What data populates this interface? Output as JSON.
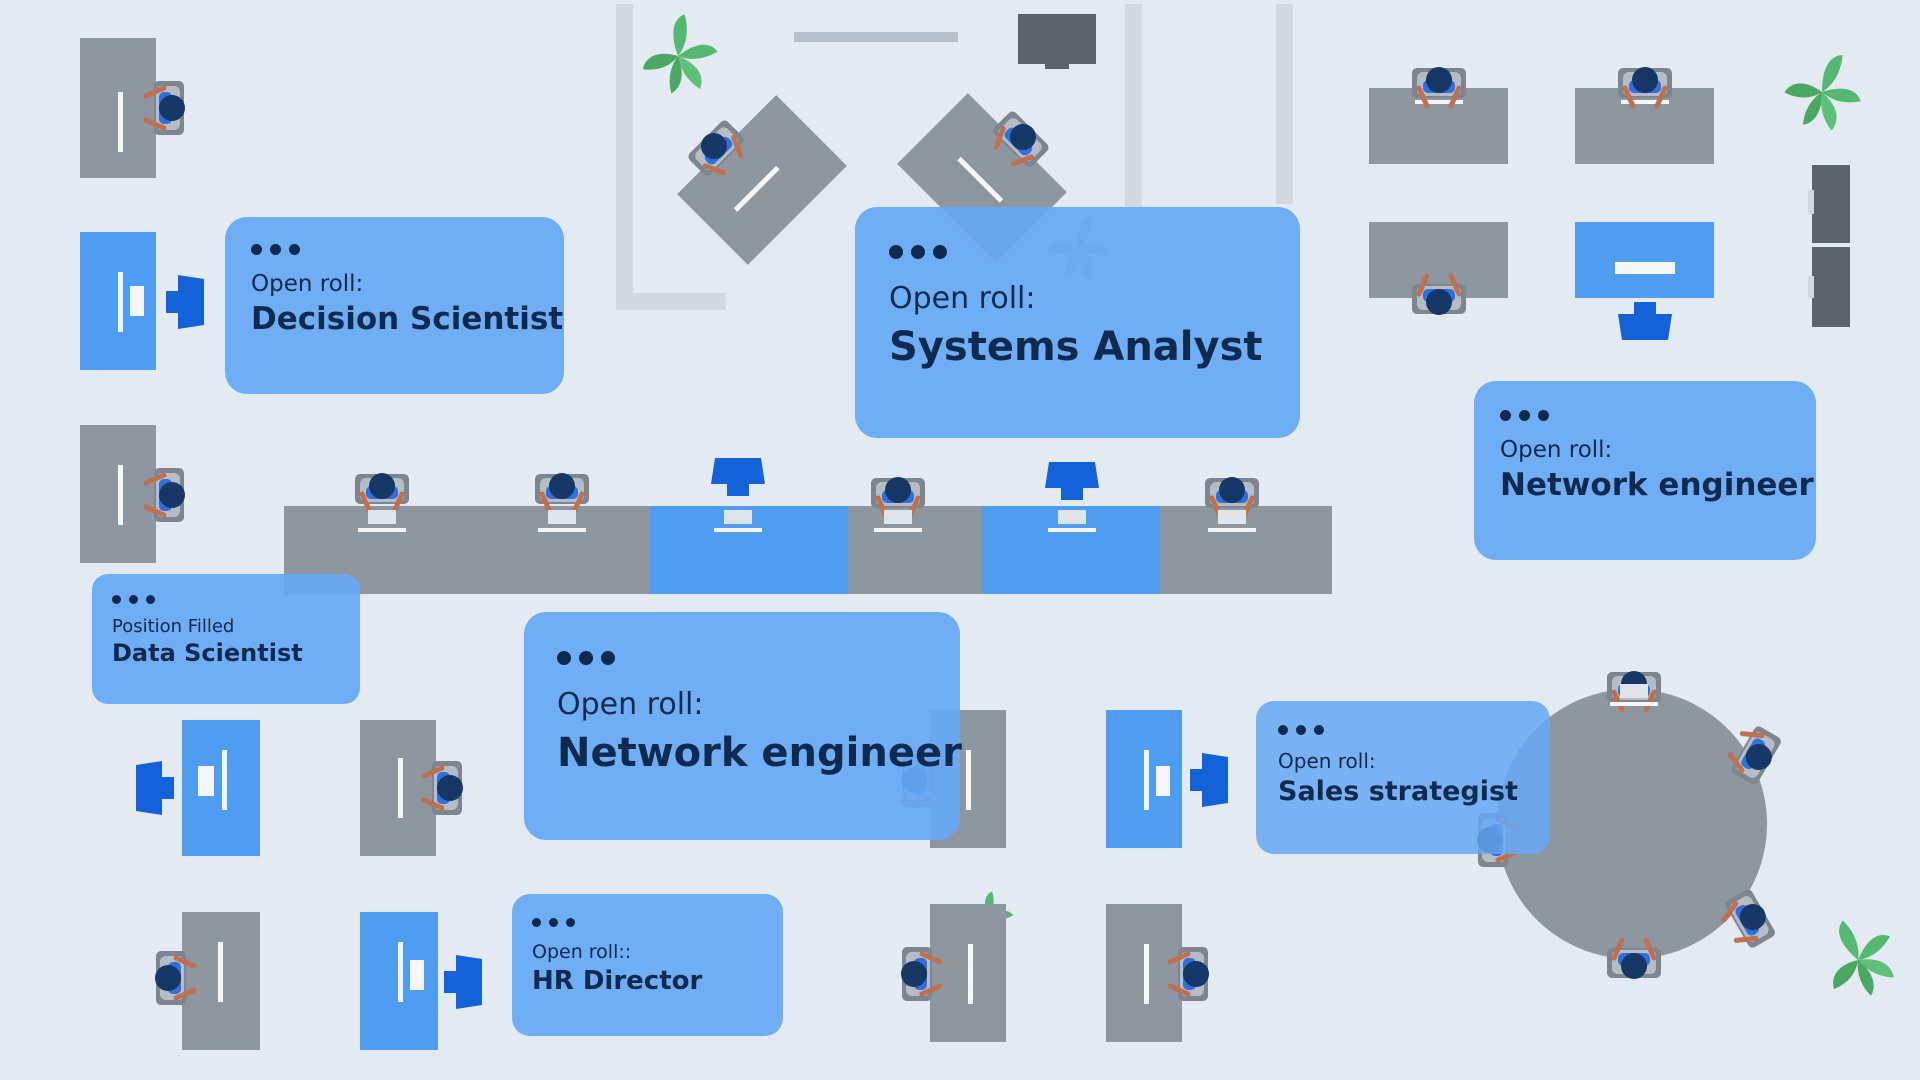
{
  "colors": {
    "background": "#e4eaf2",
    "desk_gray": "#8e969f",
    "desk_blue": "#4f9df1",
    "chair_gray": "#6c7480",
    "chair_blue": "#1462d9",
    "card_blue": "#66a8f5",
    "card_text": "#0e2a4e",
    "person_hair": "#173866",
    "person_shirt": "#2f6fe0",
    "person_skin": "#c0704f",
    "plant": "#54b870"
  },
  "icons": {
    "card_menu": "ellipsis-icon",
    "plant": "plant-icon",
    "tv": "tv-icon"
  },
  "cards": [
    {
      "id": "decision-scientist",
      "status": "Open roll:",
      "title": "Decision Scientist"
    },
    {
      "id": "systems-analyst",
      "status": "Open roll:",
      "title": "Systems Analyst"
    },
    {
      "id": "network-engineer-right",
      "status": "Open roll:",
      "title": "Network engineer"
    },
    {
      "id": "data-scientist",
      "status": "Position Filled",
      "title": "Data Scientist"
    },
    {
      "id": "network-engineer-center",
      "status": "Open roll:",
      "title": "Network engineer"
    },
    {
      "id": "sales-strategist",
      "status": "Open roll:",
      "title": "Sales strategist"
    },
    {
      "id": "hr-director",
      "status": "Open roll::",
      "title": "HR Director"
    }
  ]
}
